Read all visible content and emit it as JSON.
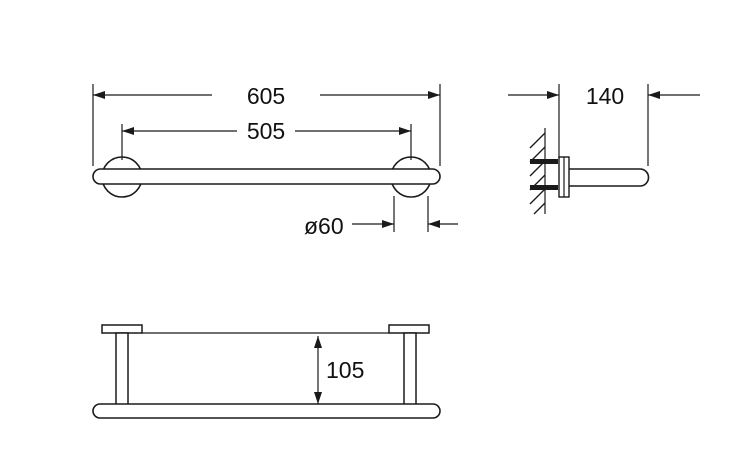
{
  "drawing": {
    "dimensions": {
      "overall_length": "605",
      "center_distance": "505",
      "rosette_diameter": "ø60",
      "projection": "140",
      "height": "105"
    }
  }
}
